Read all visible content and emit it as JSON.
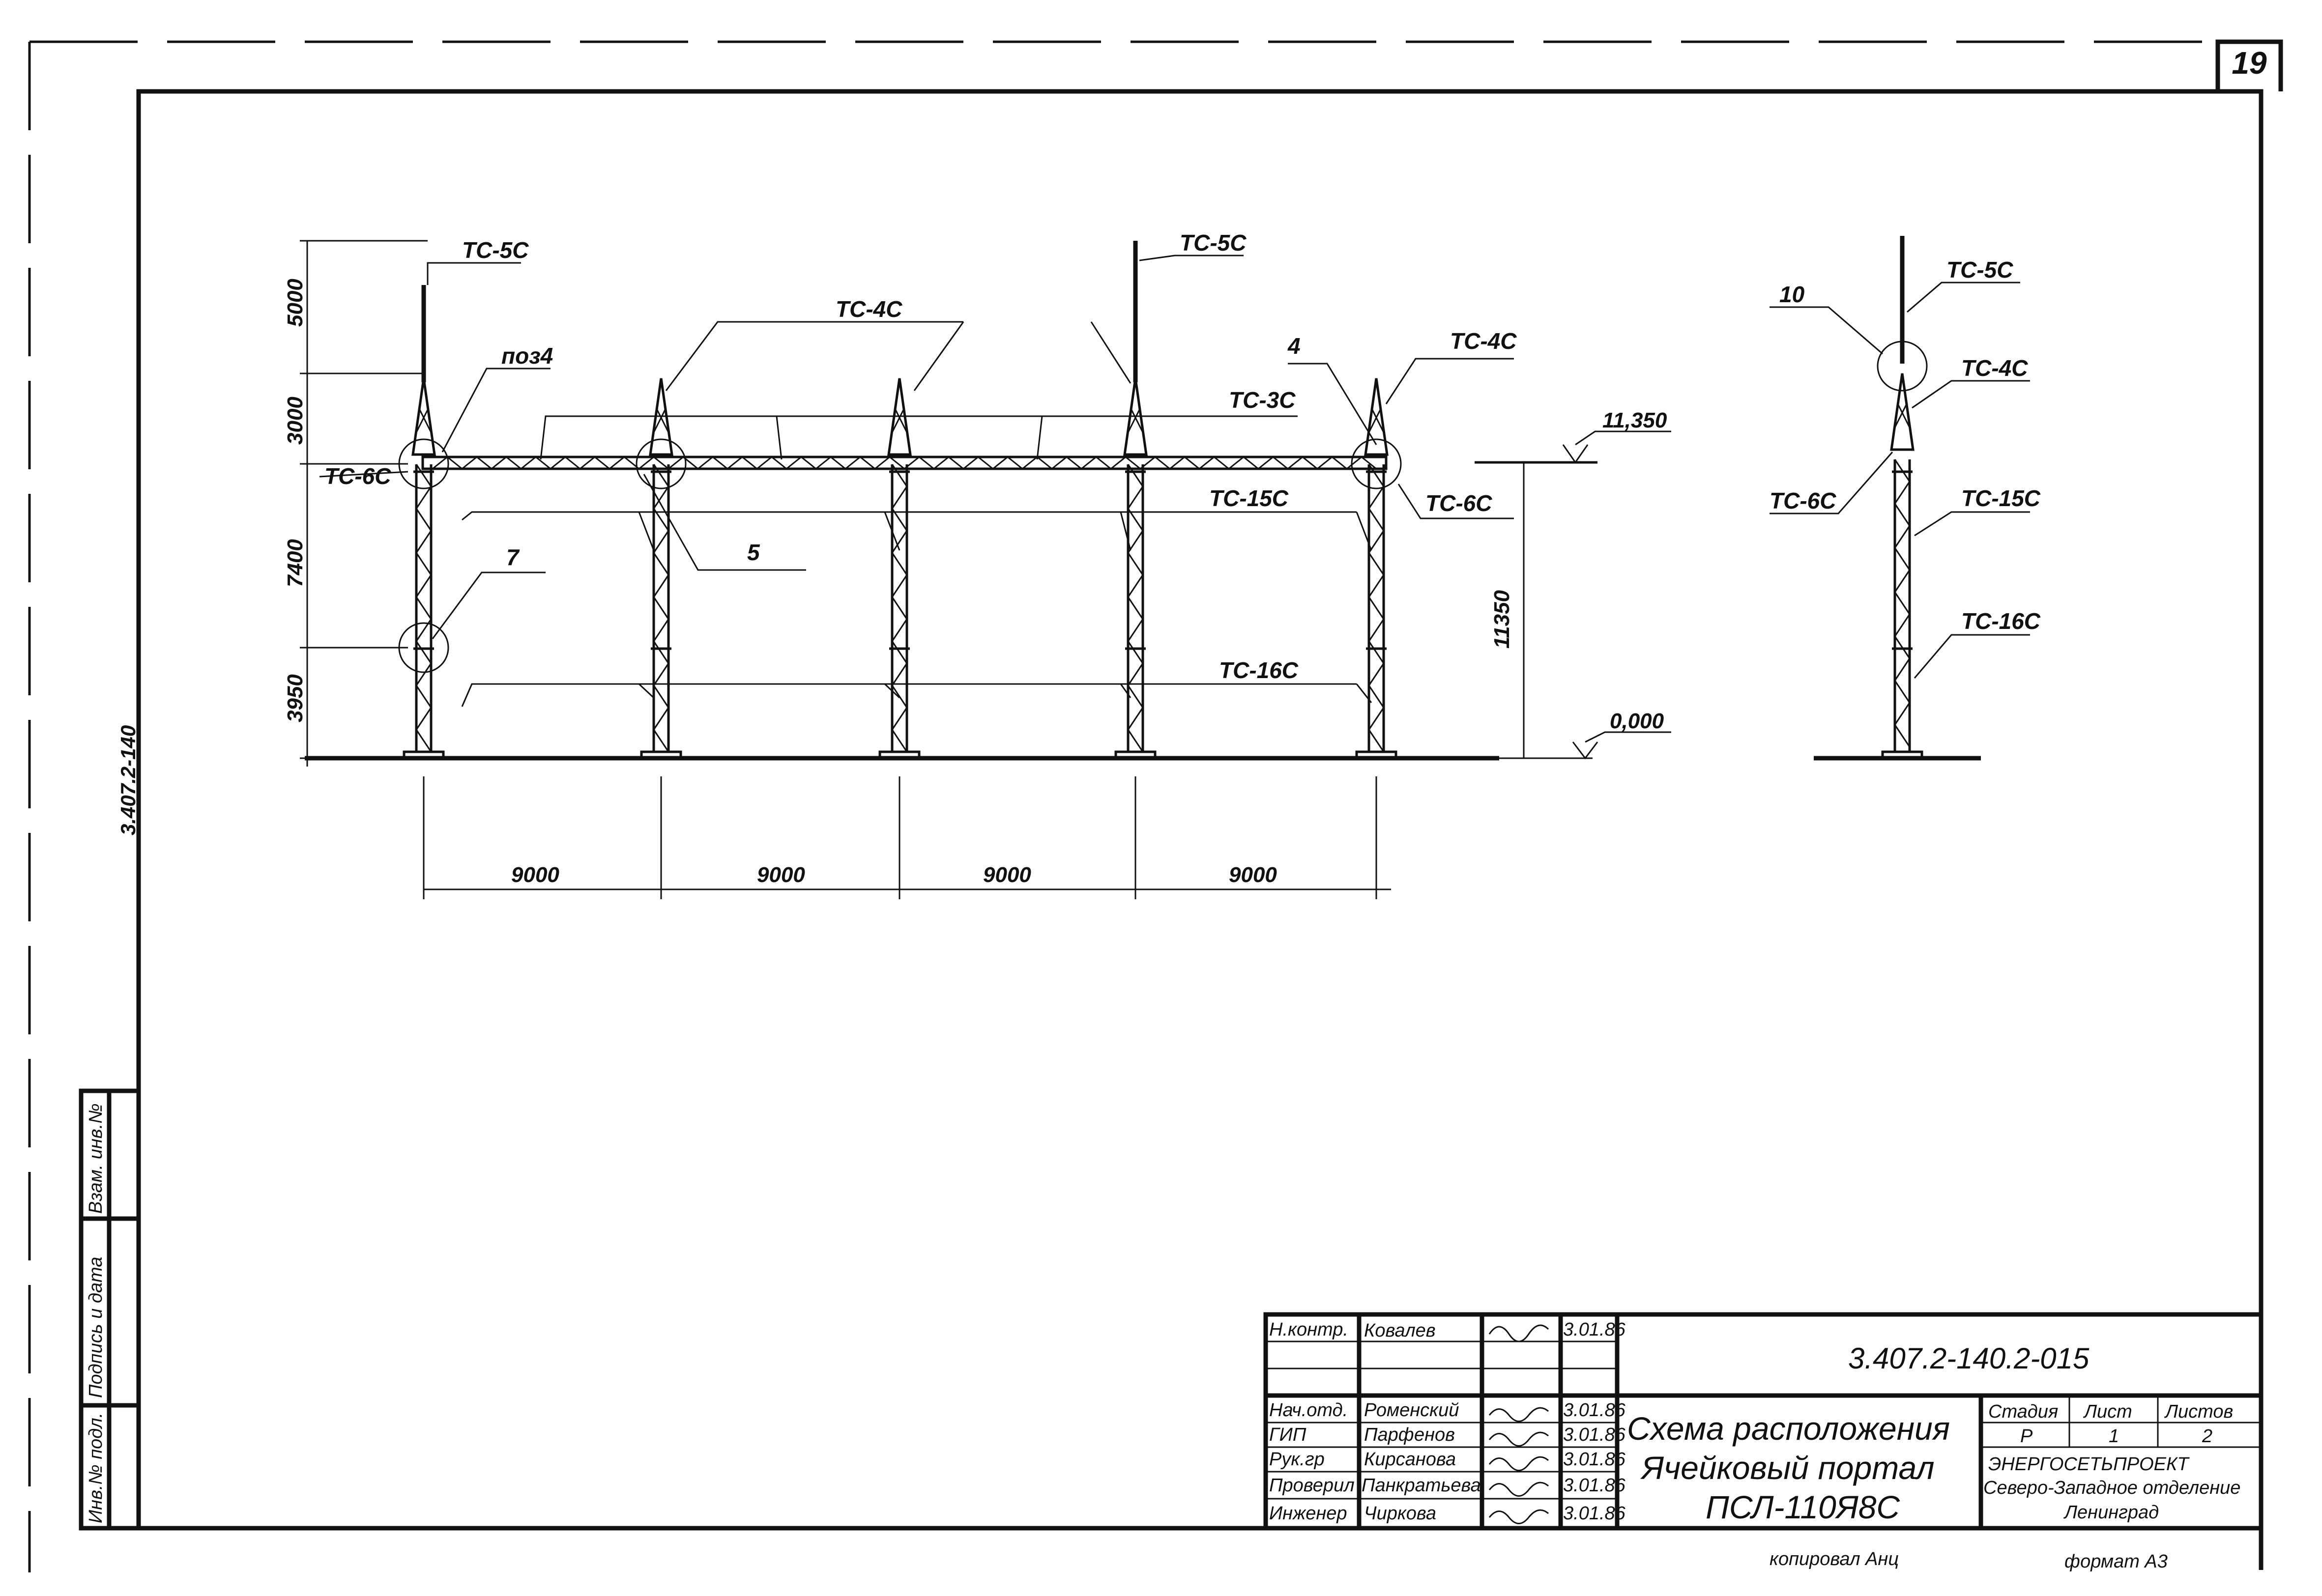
{
  "sheet": {
    "number": "19",
    "side_code": "3.407.2-140"
  },
  "side_stamp": {
    "cells": [
      "Инв.№ подл.",
      "Подпись и дата",
      "Взам. инв.№"
    ]
  },
  "front_view": {
    "labels": {
      "tc5c_a": "ТС-5С",
      "tc5c_b": "ТС-5С",
      "tc4c_mid": "ТС-4С",
      "tc4c_right": "ТС-4С",
      "tc3c": "ТС-3С",
      "tc15c": "ТС-15С",
      "tc16c": "ТС-16С",
      "tc6c_left": "ТС-6С",
      "tc6c_right": "ТС-6С",
      "pos_4a": "поз4",
      "pos_4b": "4",
      "pos_5": "5",
      "pos_7": "7"
    },
    "elevations": {
      "top": "11,350",
      "ground": "0,000"
    },
    "vertical_dims": [
      "5000",
      "3000",
      "7400",
      "3950"
    ],
    "height_dim": "11350",
    "spans": [
      "9000",
      "9000",
      "9000",
      "9000"
    ]
  },
  "side_view": {
    "labels": {
      "pos_10": "10",
      "tc5c": "ТС-5С",
      "tc4c": "ТС-4С",
      "tc6c": "ТС-6С",
      "tc15c": "ТС-15С",
      "tc16c": "ТС-16С"
    }
  },
  "title_block": {
    "code": "3.407.2-140.2-015",
    "title_lines": [
      "Схема расположения",
      "Ячейковый портал",
      "ПСЛ-110Я8С"
    ],
    "roles": [
      {
        "role": "Н.контр.",
        "name": "Ковалев",
        "date": "3.01.86"
      },
      {
        "role": "Нач.отд.",
        "name": "Роменский",
        "date": "3.01.86"
      },
      {
        "role": "ГИП",
        "name": "Парфенов",
        "date": "3.01.86"
      },
      {
        "role": "Рук.гр",
        "name": "Кирсанова",
        "date": "3.01.86"
      },
      {
        "role": "Проверил",
        "name": "Панкратьева",
        "date": "3.01.86"
      },
      {
        "role": "Инженер",
        "name": "Чиркова",
        "date": "3.01.86"
      }
    ],
    "stage_header": {
      "stage": "Стадия",
      "sheet": "Лист",
      "sheets": "Листов"
    },
    "stage_values": {
      "stage": "Р",
      "sheet": "1",
      "sheets": "2"
    },
    "org": [
      "ЭНЕРГОСЕТЬПРОЕКТ",
      "Северо-Западное отделение",
      "Ленинград"
    ],
    "copied": "копировал Анц",
    "format": "формат А3"
  }
}
